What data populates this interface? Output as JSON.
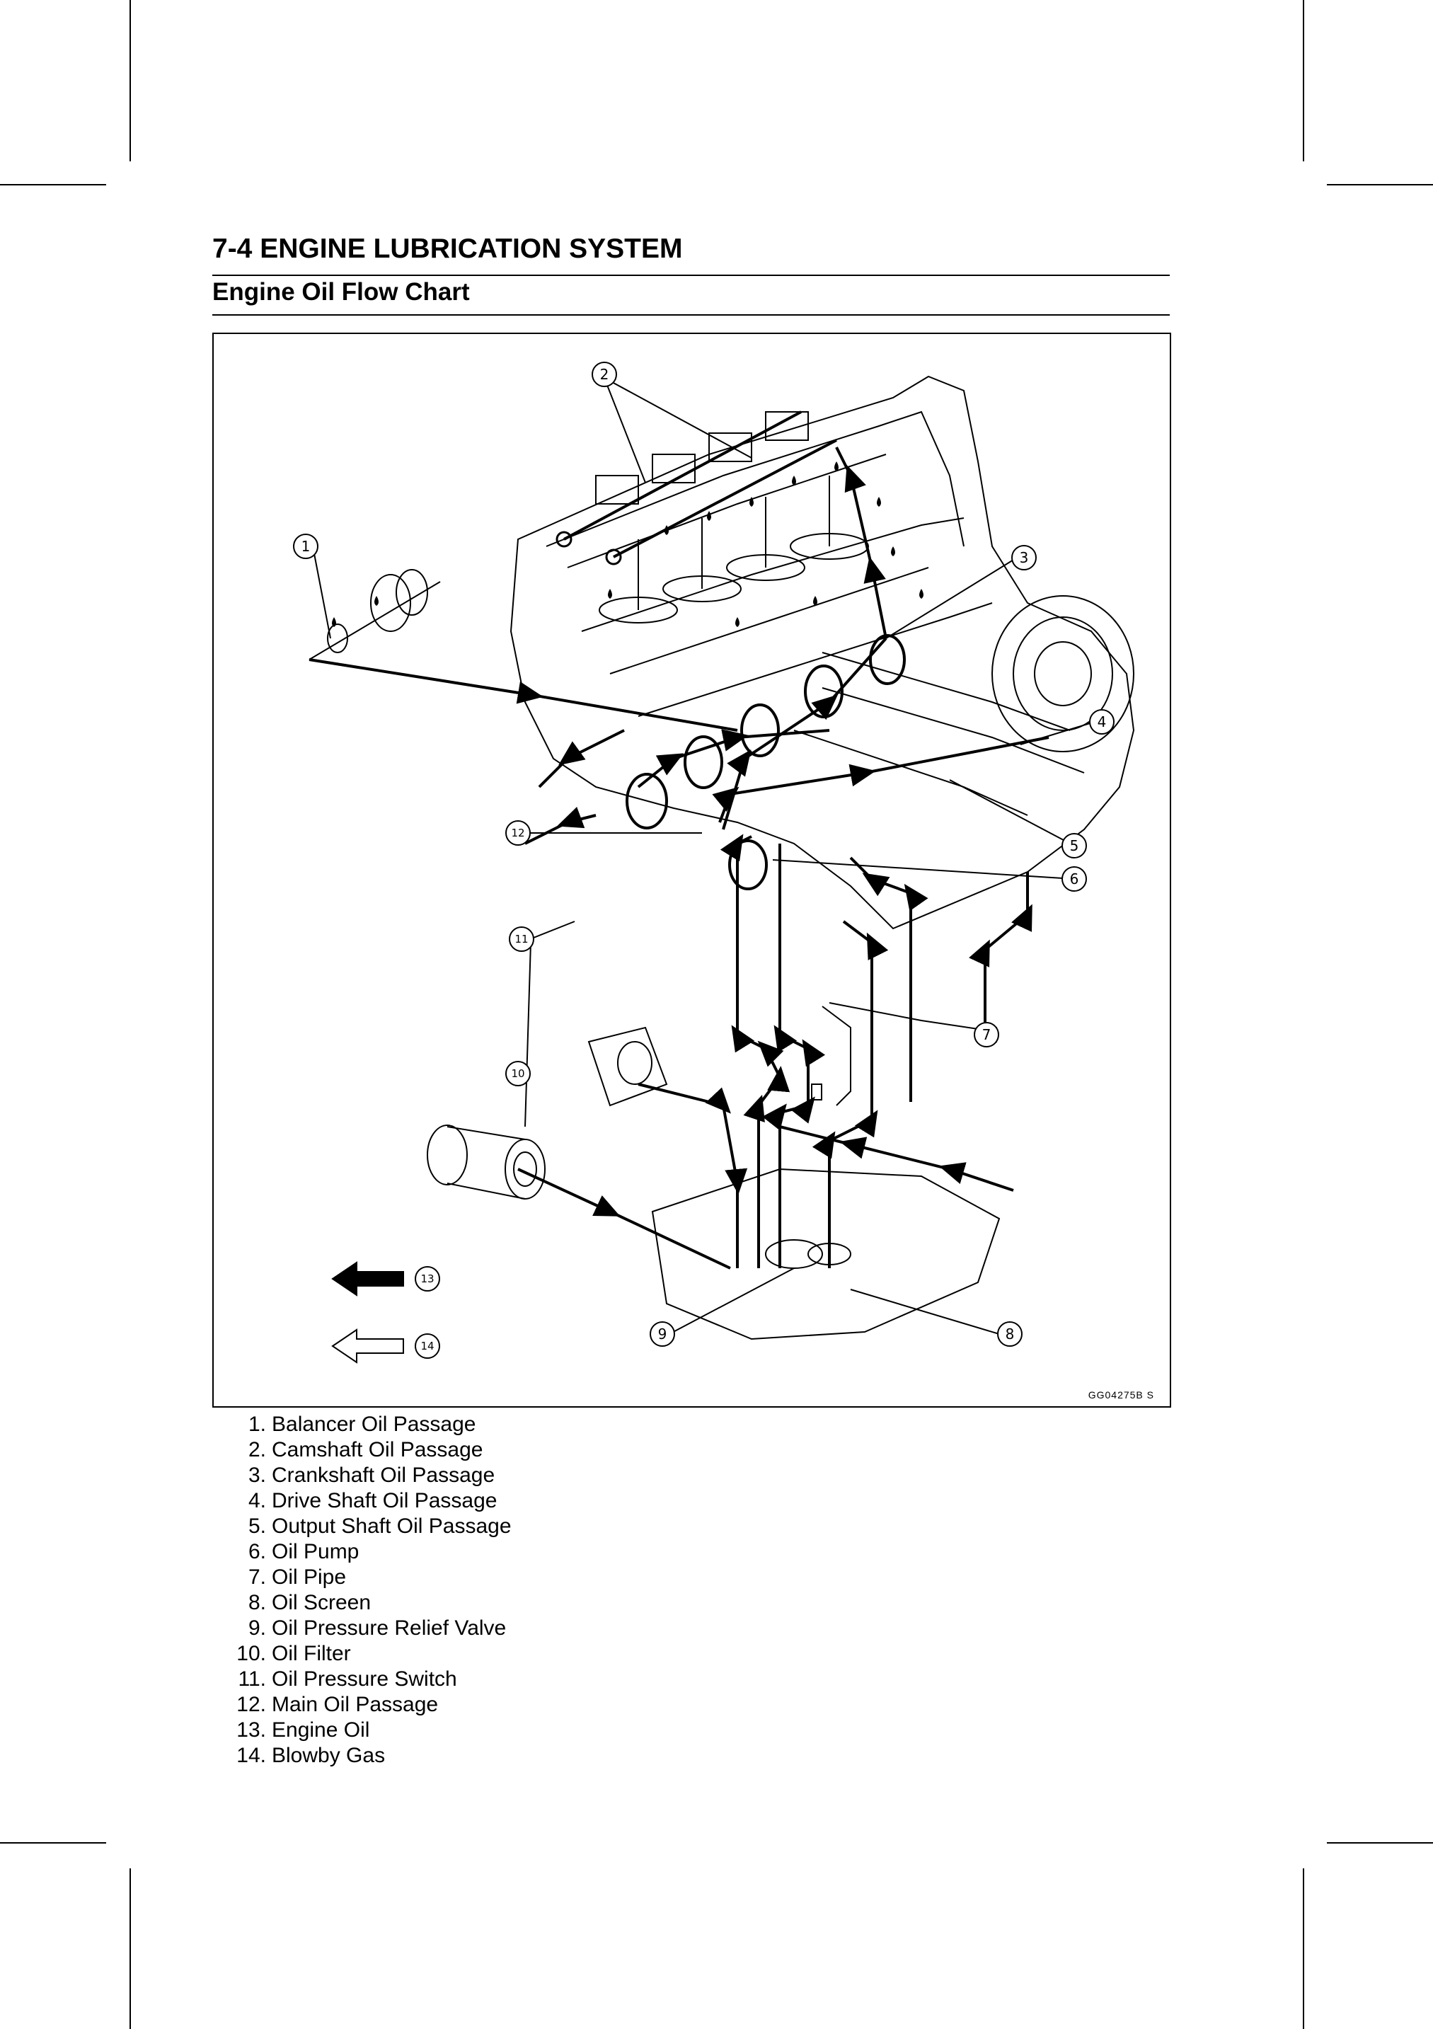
{
  "header": {
    "section_title": "7-4 ENGINE LUBRICATION SYSTEM",
    "subsection_title": "Engine Oil Flow Chart"
  },
  "figure": {
    "code": "GG04275B   S",
    "callouts": [
      "1",
      "2",
      "3",
      "4",
      "5",
      "6",
      "7",
      "8",
      "9",
      "10",
      "11",
      "12",
      "13",
      "14"
    ],
    "oil_arrow_color": "#000000",
    "blowby_arrow_color": "#ffffff"
  },
  "legend": [
    {
      "num": "1.",
      "label": "Balancer Oil Passage"
    },
    {
      "num": "2.",
      "label": "Camshaft Oil Passage"
    },
    {
      "num": "3.",
      "label": "Crankshaft Oil Passage"
    },
    {
      "num": "4.",
      "label": "Drive Shaft Oil Passage"
    },
    {
      "num": "5.",
      "label": "Output Shaft Oil Passage"
    },
    {
      "num": "6.",
      "label": "Oil Pump"
    },
    {
      "num": "7.",
      "label": "Oil Pipe"
    },
    {
      "num": "8.",
      "label": "Oil Screen"
    },
    {
      "num": "9.",
      "label": "Oil Pressure Relief Valve"
    },
    {
      "num": "10.",
      "label": "Oil Filter"
    },
    {
      "num": "11.",
      "label": "Oil Pressure Switch"
    },
    {
      "num": "12.",
      "label": "Main Oil Passage"
    },
    {
      "num": "13.",
      "label": "Engine Oil"
    },
    {
      "num": "14.",
      "label": "Blowby Gas"
    }
  ]
}
